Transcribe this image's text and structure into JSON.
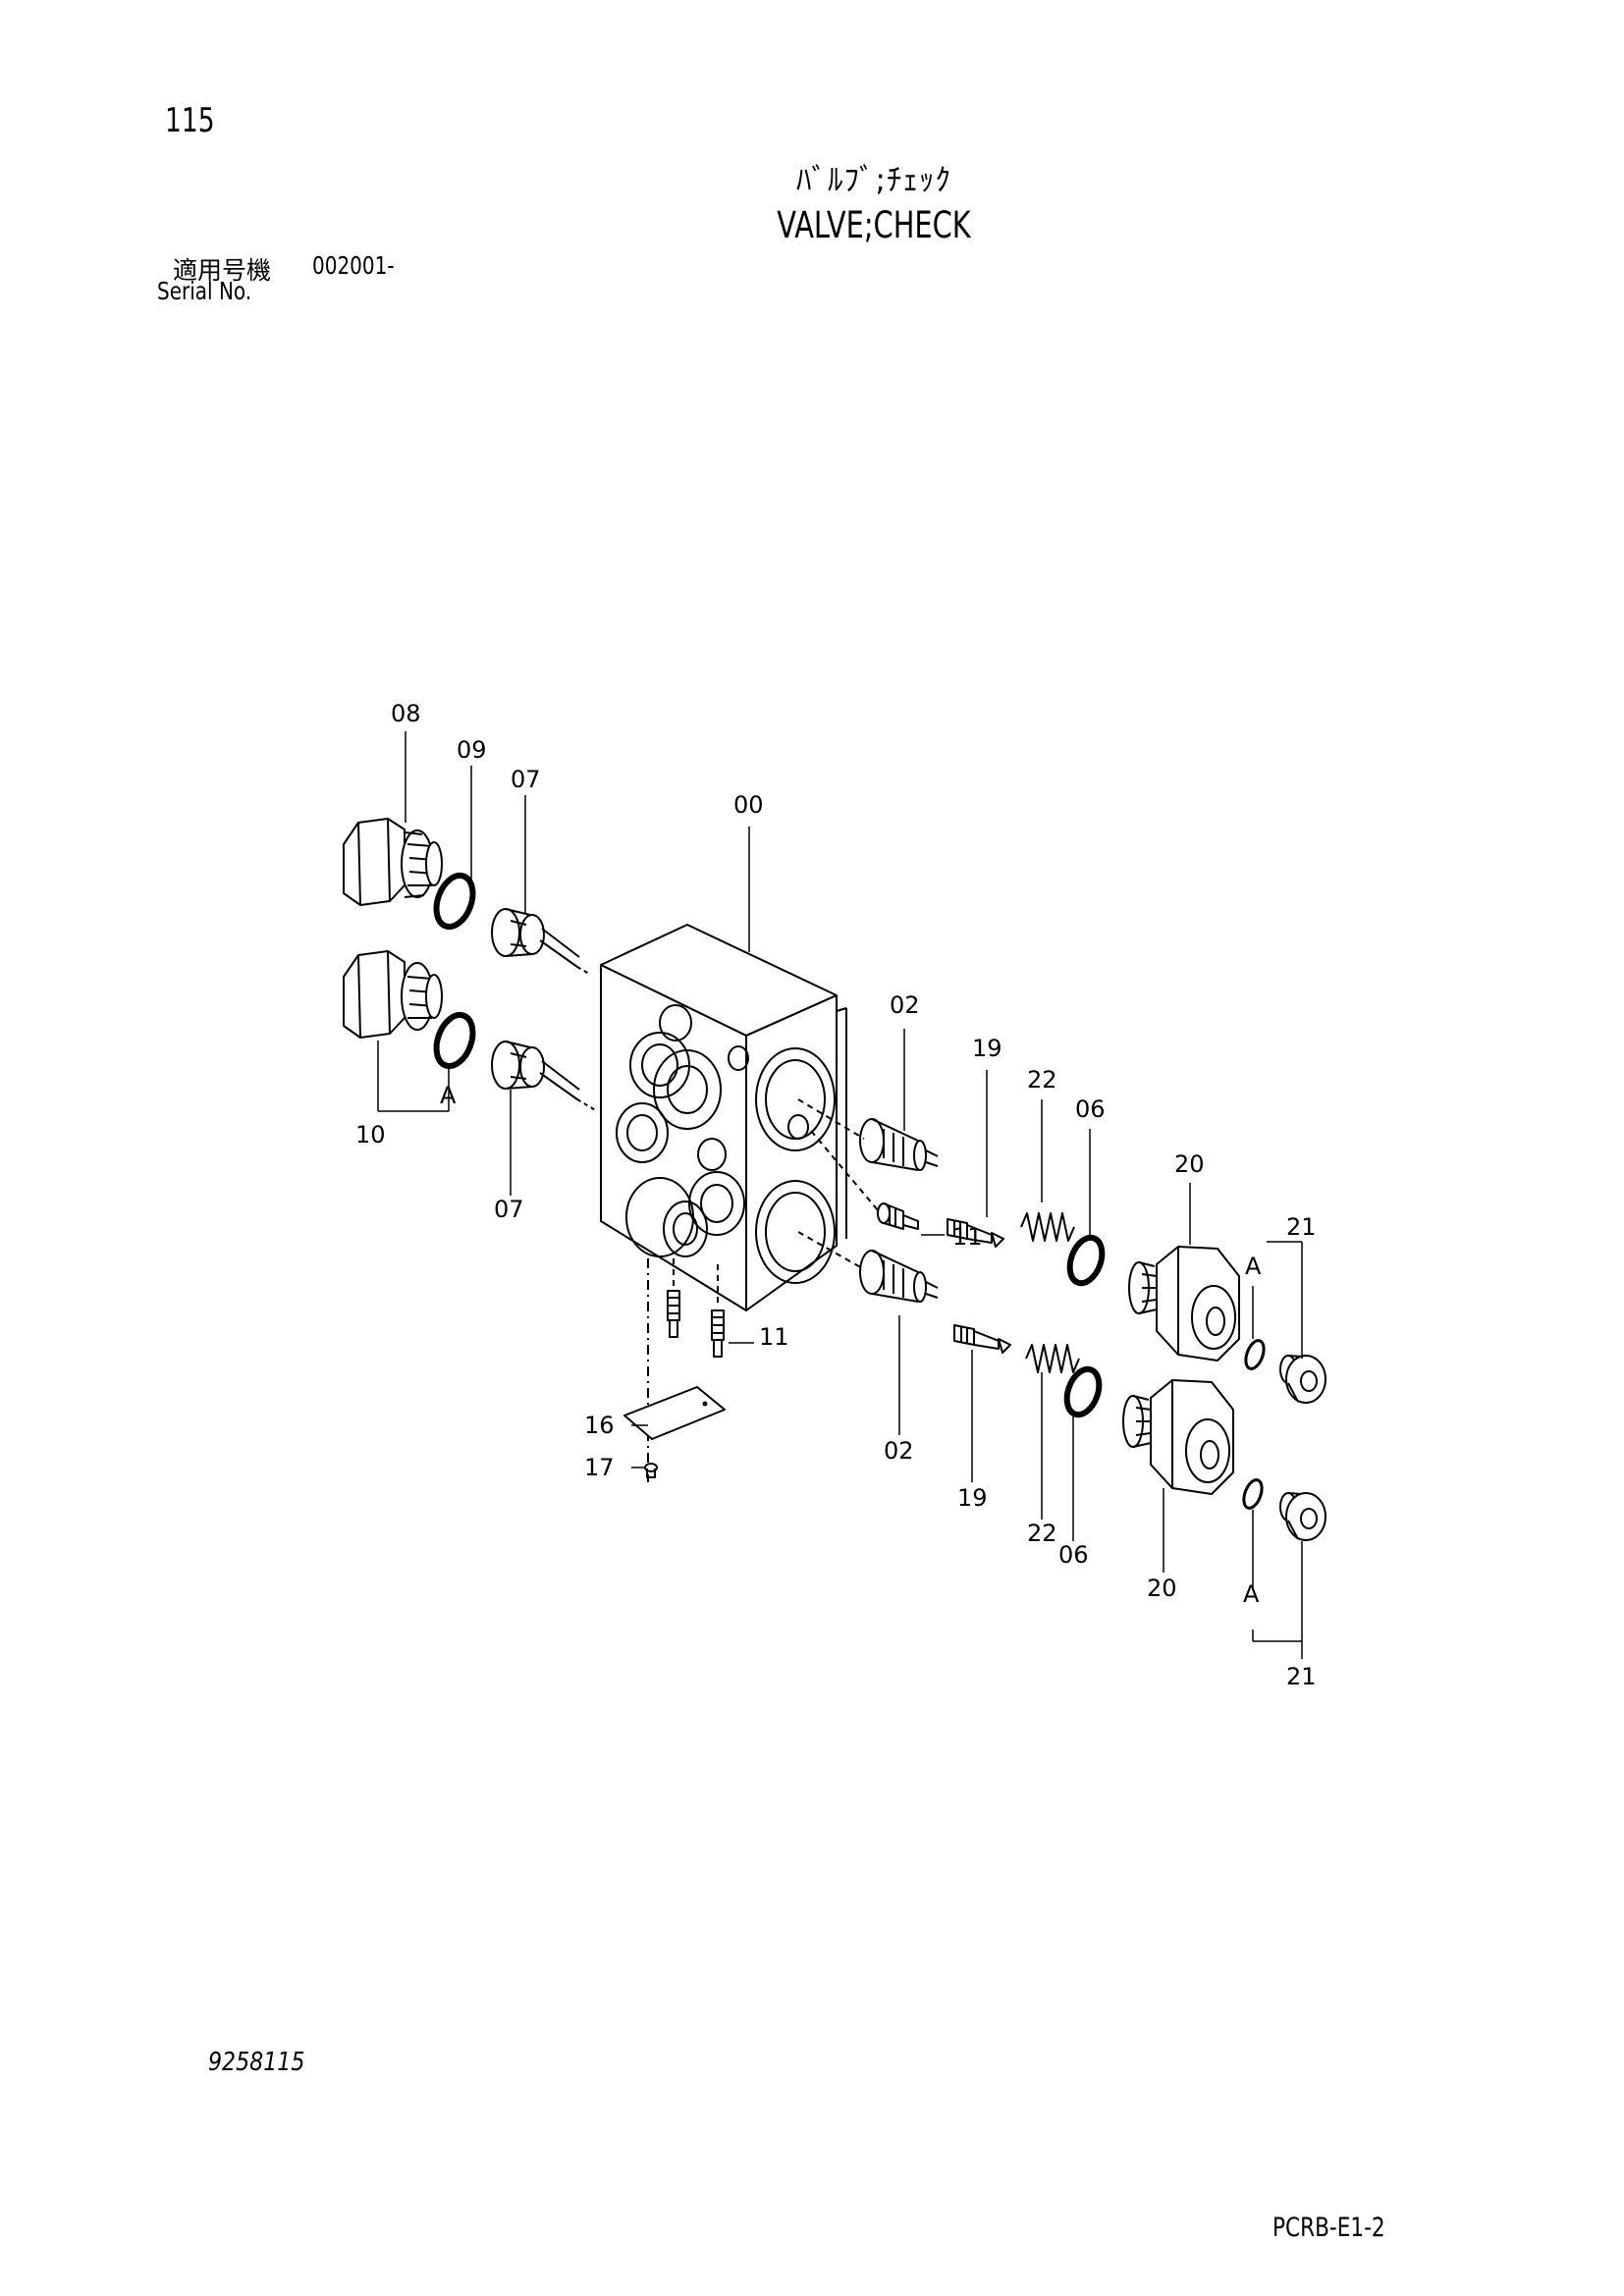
{
  "header": {
    "page_number": "115",
    "title_jp": "ﾊﾞﾙﾌﾞ;ﾁｪｯｸ",
    "title_en": "VALVE;CHECK",
    "serial_label_jp": "適用号機",
    "serial_value": "002001-",
    "serial_label_en": "Serial No."
  },
  "footer": {
    "drawing_number": "9258115",
    "page_code": "PCRB-E1-2"
  },
  "callouts": {
    "c00": "00",
    "c02a": "02",
    "c02b": "02",
    "c06a": "06",
    "c06b": "06",
    "c07a": "07",
    "c07b": "07",
    "c08": "08",
    "c09": "09",
    "c10": "10",
    "c11a": "11",
    "c11b": "11",
    "c16": "16",
    "c17": "17",
    "c19a": "19",
    "c19b": "19",
    "c20a": "20",
    "c20b": "20",
    "c21a": "21",
    "c21b": "21",
    "c22a": "22",
    "c22b": "22",
    "cA1": "A",
    "cA2": "A",
    "cA3": "A"
  }
}
